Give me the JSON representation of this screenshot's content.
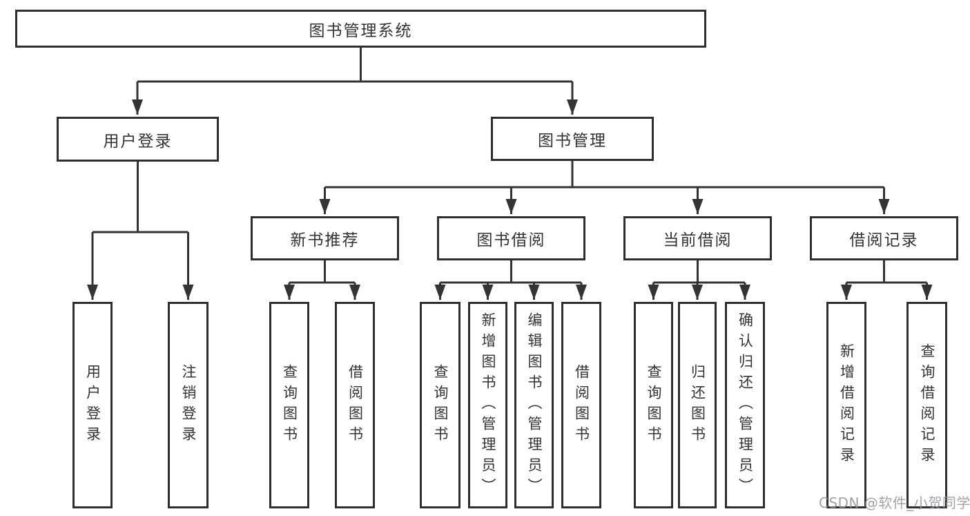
{
  "diagram": {
    "type": "hierarchy-tree",
    "root": {
      "label": "图书管理系统"
    },
    "level2": [
      {
        "label": "用户登录",
        "parent": "图书管理系统"
      },
      {
        "label": "图书管理",
        "parent": "图书管理系统"
      }
    ],
    "level3": [
      {
        "label": "新书推荐",
        "parent": "图书管理"
      },
      {
        "label": "图书借阅",
        "parent": "图书管理"
      },
      {
        "label": "当前借阅",
        "parent": "图书管理"
      },
      {
        "label": "借阅记录",
        "parent": "图书管理"
      }
    ],
    "leaves": [
      {
        "label": "用户登录",
        "parent": "用户登录"
      },
      {
        "label": "注销登录",
        "parent": "用户登录"
      },
      {
        "label": "查询图书",
        "parent": "新书推荐"
      },
      {
        "label": "借阅图书",
        "parent": "新书推荐"
      },
      {
        "label": "查询图书",
        "parent": "图书借阅"
      },
      {
        "label": "新增图书（管理员）",
        "parent": "图书借阅"
      },
      {
        "label": "编辑图书（管理员）",
        "parent": "图书借阅"
      },
      {
        "label": "借阅图书",
        "parent": "图书借阅"
      },
      {
        "label": "查询图书",
        "parent": "当前借阅"
      },
      {
        "label": "归还图书",
        "parent": "当前借阅"
      },
      {
        "label": "确认归还（管理员）",
        "parent": "当前借阅"
      },
      {
        "label": "新增借阅记录",
        "parent": "借阅记录"
      },
      {
        "label": "查询借阅记录",
        "parent": "借阅记录"
      }
    ]
  },
  "watermark": {
    "text": "CSDN @软件_小贺同学"
  },
  "colors": {
    "line": "#333333",
    "box_border": "#2e2e2e",
    "text": "#333333",
    "watermark": "#97979d",
    "background": "#ffffff"
  }
}
